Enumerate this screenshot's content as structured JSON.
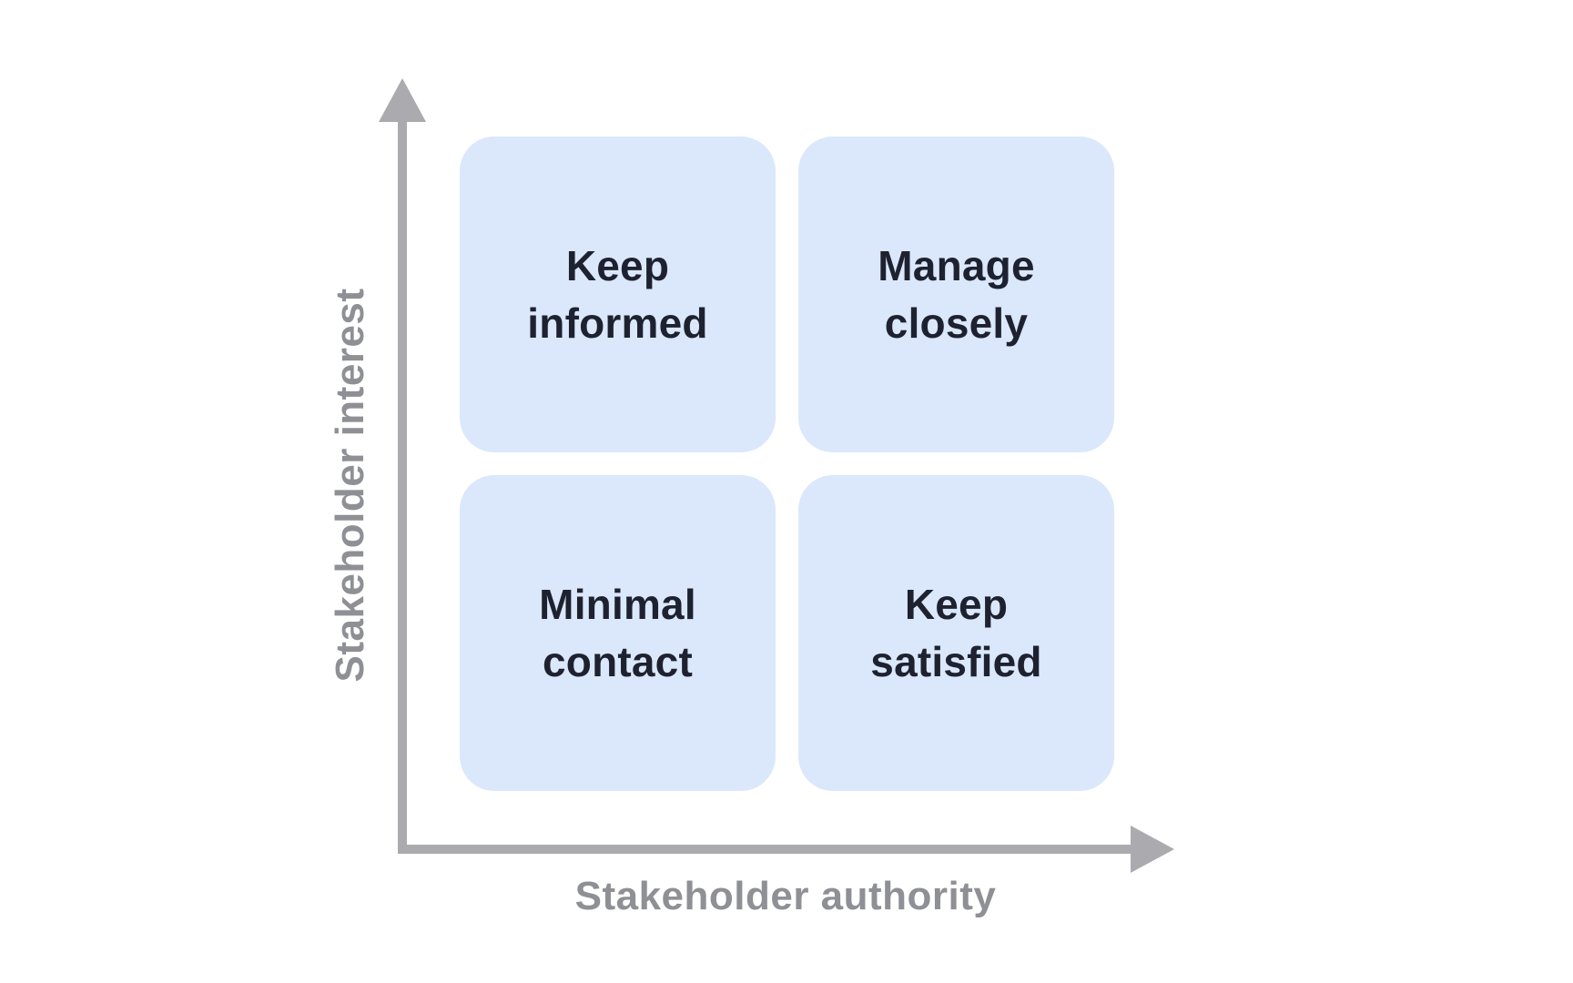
{
  "diagram": {
    "title": "",
    "type": "quadrant-matrix",
    "x_axis": {
      "label": "Stakeholder authority",
      "direction": "left-to-right"
    },
    "y_axis": {
      "label": "Stakeholder interest",
      "direction": "bottom-to-top"
    },
    "quadrants": [
      {
        "position": "top-left",
        "label": "Keep\ninformed"
      },
      {
        "position": "top-right",
        "label": "Manage\nclosely"
      },
      {
        "position": "bottom-left",
        "label": "Minimal\ncontact"
      },
      {
        "position": "bottom-right",
        "label": "Keep\nsatisfied"
      }
    ],
    "colors": {
      "background": "#ffffff",
      "quadrant_fill": "#dbe8fb",
      "quadrant_text": "#1e2230",
      "axis_line": "#ababaf",
      "axis_label_text": "#8f9095"
    }
  }
}
